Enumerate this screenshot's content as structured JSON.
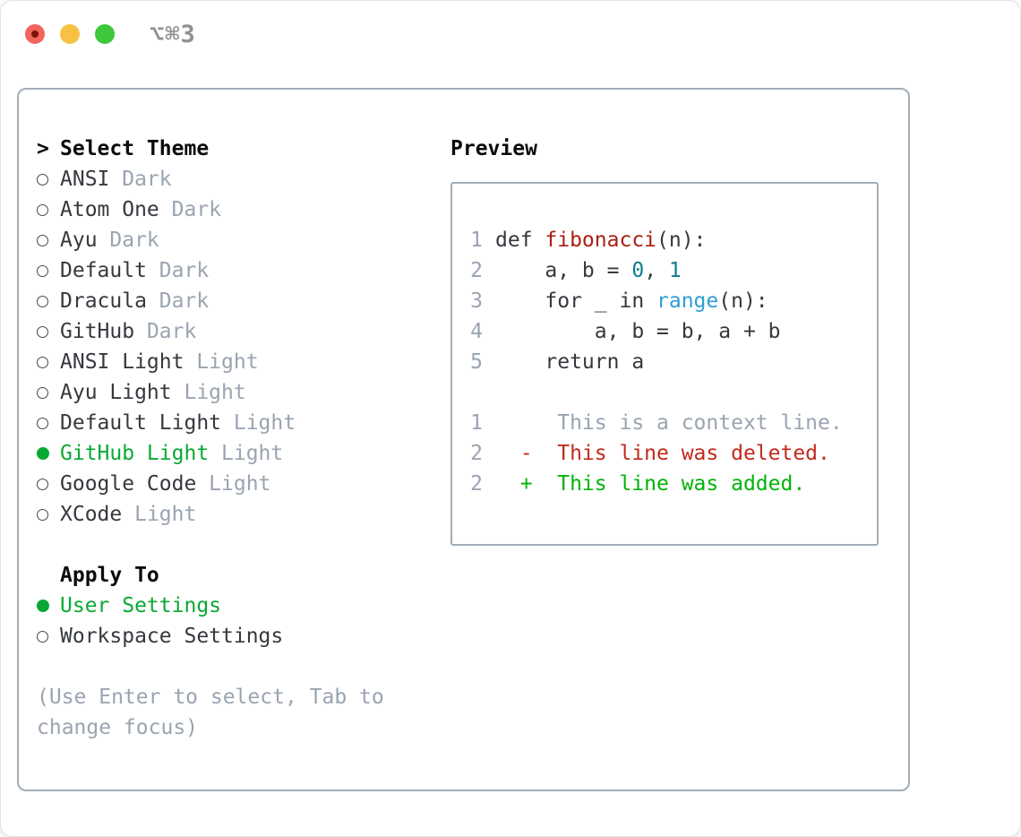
{
  "colors": {
    "text": "#35393e",
    "heading": "#0b0b0c",
    "muted": "#9aa4b1",
    "selection_green": "#09a834",
    "diff_added": "#00b307",
    "diff_deleted": "#c3291b",
    "syntax_function": "#a91e10",
    "syntax_number": "#0b7e8c",
    "syntax_builtin": "#2d9fd6",
    "panel_border": "#a2adb8",
    "titlebar_text": "#919191",
    "traffic_red": "#f2655c",
    "traffic_red_dot": "#7c1309",
    "traffic_yellow": "#f7c144",
    "traffic_green": "#3fc73c"
  },
  "titlebar": {
    "title": "⌥⌘3"
  },
  "theme_picker": {
    "prompt": ">",
    "header": "Select Theme",
    "items": [
      {
        "name": "ANSI",
        "variant": "Dark",
        "selected": false
      },
      {
        "name": "Atom One",
        "variant": "Dark",
        "selected": false
      },
      {
        "name": "Ayu",
        "variant": "Dark",
        "selected": false
      },
      {
        "name": "Default",
        "variant": "Dark",
        "selected": false
      },
      {
        "name": "Dracula",
        "variant": "Dark",
        "selected": false
      },
      {
        "name": "GitHub",
        "variant": "Dark",
        "selected": false
      },
      {
        "name": "ANSI Light",
        "variant": "Light",
        "selected": false
      },
      {
        "name": "Ayu Light",
        "variant": "Light",
        "selected": false
      },
      {
        "name": "Default Light",
        "variant": "Light",
        "selected": false
      },
      {
        "name": "GitHub Light",
        "variant": "Light",
        "selected": true
      },
      {
        "name": "Google Code",
        "variant": "Light",
        "selected": false
      },
      {
        "name": "XCode",
        "variant": "Light",
        "selected": false
      }
    ],
    "apply_to": {
      "header": "Apply To",
      "options": [
        {
          "label": "User Settings",
          "selected": true
        },
        {
          "label": "Workspace Settings",
          "selected": false
        }
      ]
    },
    "help_lines": [
      "(Use Enter to select, Tab to",
      "change focus)"
    ]
  },
  "preview": {
    "header": "Preview",
    "lines": [
      {
        "num": "1",
        "tokens": [
          [
            "def ",
            "plain"
          ],
          [
            "fibonacci",
            "func"
          ],
          [
            "(n):",
            "plain"
          ]
        ]
      },
      {
        "num": "2",
        "tokens": [
          [
            "    a, b = ",
            "plain"
          ],
          [
            "0",
            "num"
          ],
          [
            ", ",
            "plain"
          ],
          [
            "1",
            "num"
          ]
        ]
      },
      {
        "num": "3",
        "tokens": [
          [
            "    for _ in ",
            "plain"
          ],
          [
            "range",
            "builtin"
          ],
          [
            "(n):",
            "plain"
          ]
        ]
      },
      {
        "num": "4",
        "tokens": [
          [
            "        a, b = b, a + b",
            "plain"
          ]
        ]
      },
      {
        "num": "5",
        "tokens": [
          [
            "    return a",
            "plain"
          ]
        ]
      },
      {
        "num": "",
        "tokens": []
      },
      {
        "num": "1",
        "tokens": [
          [
            "     This is a context line.",
            "context"
          ]
        ]
      },
      {
        "num": "2",
        "tokens": [
          [
            "  -  This line was deleted.",
            "deleted"
          ]
        ]
      },
      {
        "num": "2",
        "tokens": [
          [
            "  +  This line was added.",
            "added"
          ]
        ]
      }
    ]
  }
}
